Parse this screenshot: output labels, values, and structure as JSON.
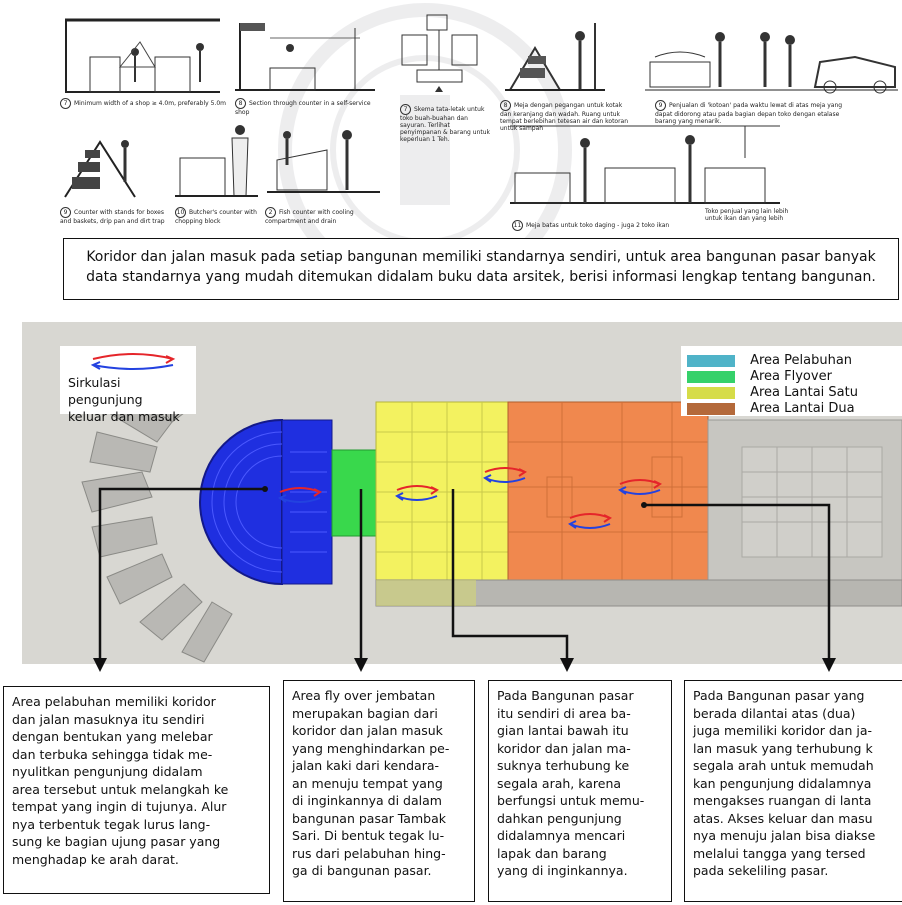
{
  "references": {
    "left": [
      {
        "num": "7",
        "text": "Minimum width of a shop ≥ 4.0m, preferably 5.0m"
      },
      {
        "num": "8",
        "text": "Section through counter in a self-service shop"
      },
      {
        "num": "9",
        "text": "Counter with stands for boxes and baskets, drip pan and dirt trap"
      },
      {
        "num": "10",
        "text": "Butcher's counter with chopping block"
      },
      {
        "num": "2",
        "text": "Fish counter with cooling compartment and drain"
      }
    ],
    "right": [
      {
        "num": "7",
        "text": "Skema tata-letak untuk toko buah-buahan dan sayuran. Terlihat penyimpanan & barang untuk keperluan 1 Teh."
      },
      {
        "num": "8",
        "text": "Meja dengan pegangan untuk kotak dan keranjang dan wadah. Ruang untuk tempat berlebihan tetesan air dan kotoran untuk sampah"
      },
      {
        "num": "9",
        "text": "Penjualan di 'kotoan' pada waktu lewat di atas meja yang dapat didorong atau pada bagian depan toko dengan etalase barang yang menarik."
      },
      {
        "num": "11",
        "text": "Meja batas untuk toko daging - juga 2 toko ikan"
      },
      {
        "num": "",
        "text": "Toko penjual yang lain lebih untuk ikan dan yang lebih"
      }
    ]
  },
  "intro_text": "Koridor dan jalan masuk pada setiap bangunan memiliki standarnya sendiri, untuk area bangunan pasar banyak data standarnya yang mudah ditemukan didalam buku data arsitek, berisi informasi lengkap tentang bangunan.",
  "plan": {
    "circulation_label": "Sirkulasi pengunjung\nkeluar dan masuk",
    "legend": [
      {
        "label": "Area Pelabuhan",
        "color": "#4fb3c8"
      },
      {
        "label": "Area Flyover",
        "color": "#35d16a"
      },
      {
        "label": "Area Lantai Satu",
        "color": "#d6dc48"
      },
      {
        "label": "Area Lantai Dua",
        "color": "#b4693a"
      }
    ],
    "zone_colors": {
      "pelabuhan": "#1f2fe0",
      "flyover": "#39d84c",
      "lantai_satu": "#f3f260",
      "lantai_dua": "#f0884e"
    }
  },
  "descriptions": [
    "Area pelabuhan memiliki koridor\ndan jalan masuknya itu sendiri\ndengan bentukan yang melebar\ndan terbuka sehingga tidak me-\nnyulitkan pengunjung didalam\narea tersebut untuk melangkah ke\ntempat yang ingin di tujunya. Alur\nnya terbentuk tegak lurus lang-\nsung ke bagian ujung pasar yang\nmenghadap ke arah darat.",
    "Area fly over jembatan\nmerupakan bagian dari\nkoridor dan jalan masuk\nyang menghindarkan pe-\njalan kaki dari kendara-\nan menuju tempat yang\ndi inginkannya di dalam\nbangunan pasar Tambak\nSari. Di bentuk tegak lu-\nrus dari pelabuhan hing-\nga di bangunan pasar.",
    "Pada Bangunan pasar\nitu sendiri di area ba-\ngian lantai bawah itu\nkoridor dan jalan ma-\nsuknya terhubung ke\nsegala arah, karena\nberfungsi untuk memu-\ndahkan pengunjung\ndidalamnya mencari\nlapak dan barang\nyang di inginkannya.",
    "Pada Bangunan pasar yang\nberada dilantai atas (dua)\njuga memiliki koridor dan ja-\nlan masuk yang terhubung k\nsegala arah untuk memudah\nkan pengunjung didalamnya\nmengakses ruangan di lanta\natas. Akses keluar dan masu\nnya menuju jalan bisa diakse\nmelalui tangga yang tersed\npada sekeliling pasar."
  ]
}
